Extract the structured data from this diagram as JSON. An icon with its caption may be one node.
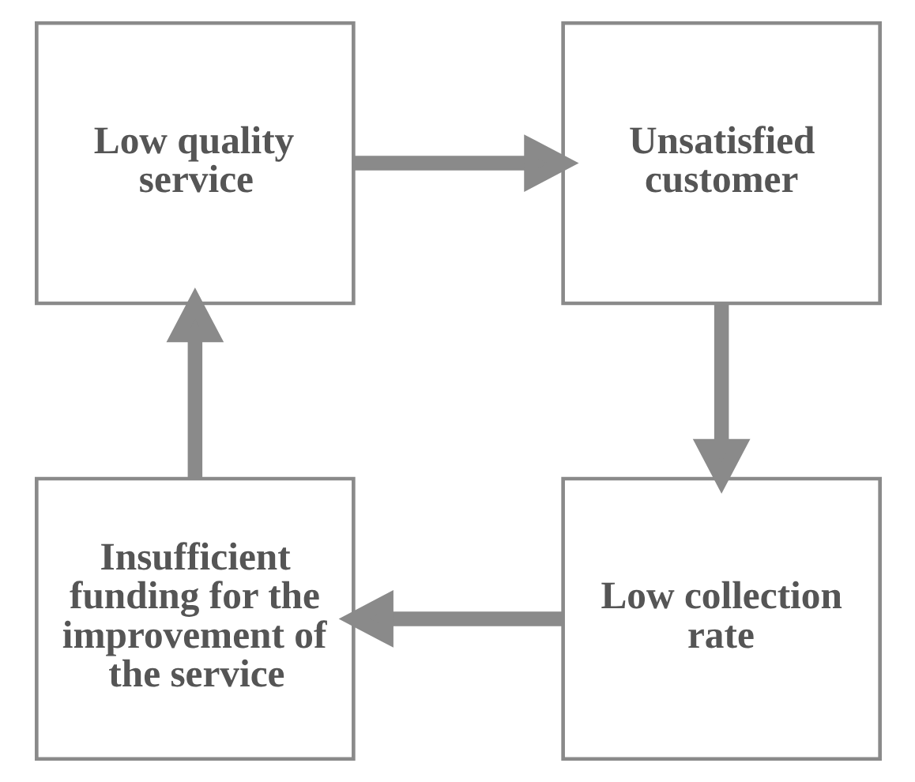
{
  "diagram": {
    "nodes": [
      {
        "text": [
          "Low quality service"
        ]
      },
      {
        "text": [
          "Unsatisfied customer"
        ]
      },
      {
        "text": [
          "Low collection rate"
        ]
      },
      {
        "text": [
          "Insufficient funding for the improvement of the service"
        ]
      }
    ],
    "edges": [
      {
        "from": 0,
        "to": 1,
        "arrow": "to"
      },
      {
        "from": 1,
        "to": 2,
        "arrow": "to"
      },
      {
        "from": 2,
        "to": 3,
        "arrow": "to"
      },
      {
        "from": 3,
        "to": 0,
        "arrow": "to"
      }
    ]
  }
}
